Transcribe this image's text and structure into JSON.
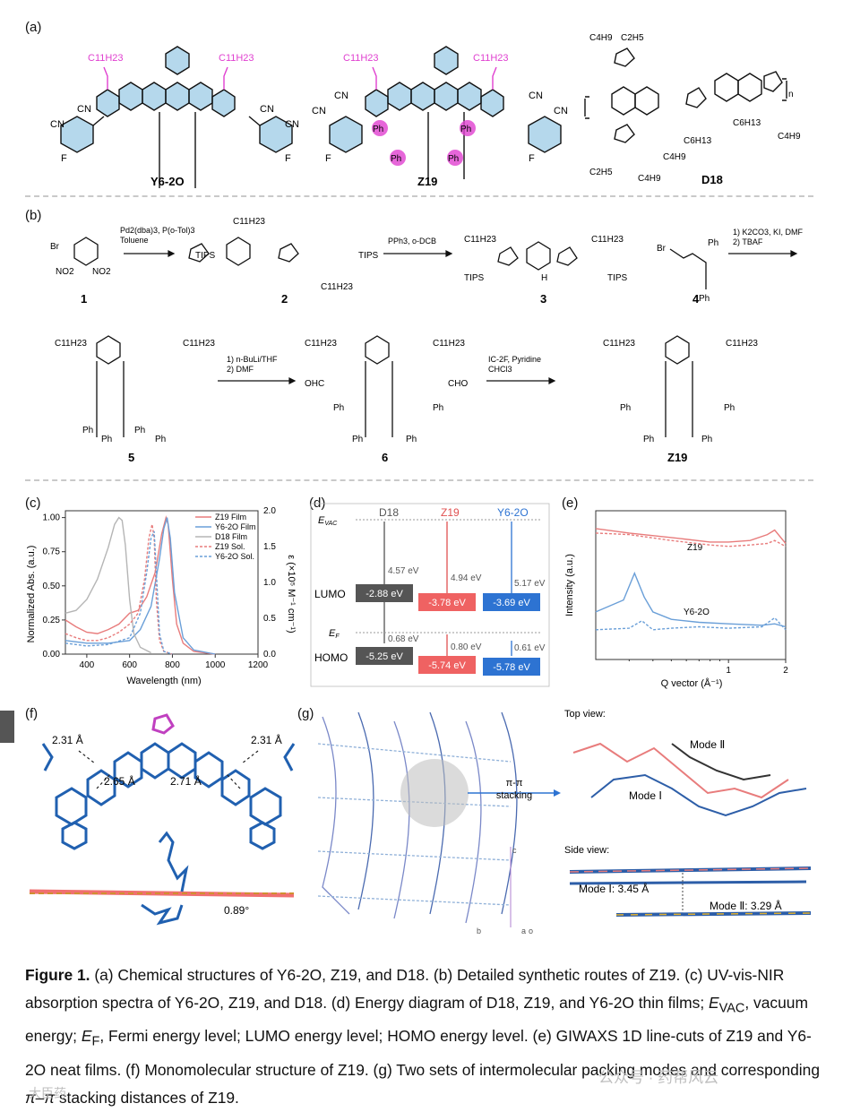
{
  "panels": {
    "a": {
      "label": "(a)",
      "names": [
        "Y6-2O",
        "Z19",
        "D18"
      ],
      "side_chain": "C11H23",
      "ph": "Ph",
      "cn": "CN",
      "f": "F",
      "repeat_n": "n",
      "d18_chains": [
        "C4H9",
        "C2H5",
        "C6H13",
        "C4H9",
        "C6H13",
        "C4H9",
        "C2H5",
        "C4H9"
      ]
    },
    "b": {
      "label": "(b)",
      "compounds": [
        "1",
        "2",
        "3",
        "4",
        "5",
        "6",
        "Z19"
      ],
      "reagents": {
        "step1": [
          "Pd2(dba)3, P(o-Tol)3",
          "Toluene"
        ],
        "step2": [
          "PPh3, o-DCB"
        ],
        "step3": [
          "1) K2CO3, KI, DMF",
          "2) TBAF"
        ],
        "step4": [
          "1) n-BuLi/THF",
          "2) DMF"
        ],
        "step5": [
          "IC-2F, Pyridine",
          "CHCl3"
        ]
      },
      "groups": [
        "TIPS",
        "Br",
        "NO2",
        "OHC",
        "CHO",
        "Ph",
        "H",
        "C11H23"
      ]
    },
    "c": {
      "label": "(c)",
      "xlabel": "Wavelength (nm)",
      "ylabel": "Normalized Abs. (a.u.)",
      "y2label": "ε (×10⁵ M⁻¹ cm⁻¹)",
      "xticks": [
        "400",
        "600",
        "800",
        "1000",
        "1200"
      ],
      "yticks": [
        "0.00",
        "0.25",
        "0.50",
        "0.75",
        "1.00"
      ],
      "y2ticks": [
        "0.0",
        "0.5",
        "1.0",
        "1.5",
        "2.0"
      ],
      "legend": [
        "Z19 Film",
        "Y6-2O Film",
        "D18 Film",
        "Z19 Sol.",
        "Y6-2O Sol."
      ]
    },
    "d": {
      "label": "(d)",
      "columns": [
        "D18",
        "Z19",
        "Y6-2O"
      ],
      "evac": "E",
      "evac_sub": "VAC",
      "ef": "E",
      "ef_sub": "F",
      "lumo_label": "LUMO",
      "homo_label": "HOMO",
      "lumo": [
        "-2.88 eV",
        "-3.78 eV",
        "-3.69 eV"
      ],
      "homo": [
        "-5.25 eV",
        "-5.74 eV",
        "-5.78 eV"
      ],
      "gaps_top": [
        "4.57 eV",
        "4.94 eV",
        "5.17 eV"
      ],
      "gaps_bottom": [
        "0.68 eV",
        "0.80 eV",
        "0.61 eV"
      ]
    },
    "e": {
      "label": "(e)",
      "xlabel": "Q vector (Å⁻¹)",
      "ylabel": "Intensity (a.u.)",
      "xticks": [
        "1",
        "2"
      ],
      "series": [
        "Z19",
        "Y6-2O"
      ]
    },
    "f": {
      "label": "(f)",
      "distances": [
        "2.31 Å",
        "2.31 Å",
        "2.65 Å",
        "2.71 Å"
      ],
      "angle": "0.89°"
    },
    "g": {
      "label": "(g)",
      "arrow_text": [
        "π-π",
        "stacking"
      ],
      "top_view": "Top view:",
      "side_view": "Side view:",
      "mode2": "Mode Ⅱ",
      "mode1": "Mode Ⅰ",
      "mode1_dist": "Mode Ⅰ: 3.45 Å",
      "mode2_dist": "Mode Ⅱ: 3.29 Å",
      "axes": [
        "c",
        "b",
        "a",
        "o"
      ]
    }
  },
  "chart_data": [
    {
      "type": "line",
      "panel": "(c)",
      "xlabel": "Wavelength (nm)",
      "ylabel": "Normalized Abs. (a.u.)",
      "xlim": [
        300,
        1200
      ],
      "ylim": [
        0,
        1.05
      ],
      "series": [
        {
          "name": "Z19 Film",
          "color": "#e87c7c",
          "style": "solid",
          "x": [
            300,
            350,
            400,
            450,
            500,
            550,
            600,
            640,
            680,
            720,
            750,
            770,
            780,
            800,
            820,
            850,
            900,
            1000
          ],
          "y": [
            0.25,
            0.2,
            0.16,
            0.15,
            0.18,
            0.22,
            0.3,
            0.32,
            0.42,
            0.6,
            0.88,
            1.0,
            0.95,
            0.55,
            0.22,
            0.08,
            0.02,
            0.0
          ]
        },
        {
          "name": "Y6-2O Film",
          "color": "#6a9fd8",
          "style": "solid",
          "x": [
            300,
            400,
            500,
            600,
            650,
            700,
            740,
            760,
            775,
            790,
            810,
            850,
            900,
            1000
          ],
          "y": [
            0.1,
            0.08,
            0.08,
            0.1,
            0.18,
            0.35,
            0.7,
            0.92,
            1.0,
            0.85,
            0.45,
            0.12,
            0.03,
            0.0
          ]
        },
        {
          "name": "D18 Film",
          "color": "#b5b5b5",
          "style": "solid",
          "x": [
            300,
            350,
            400,
            450,
            500,
            530,
            550,
            565,
            580,
            600,
            620,
            650,
            700
          ],
          "y": [
            0.3,
            0.32,
            0.4,
            0.55,
            0.78,
            0.95,
            1.0,
            0.98,
            0.8,
            0.4,
            0.15,
            0.05,
            0.01
          ]
        },
        {
          "name": "Z19 Sol.",
          "color": "#e87c7c",
          "style": "dashed",
          "x": [
            300,
            350,
            400,
            450,
            500,
            550,
            600,
            640,
            670,
            690,
            705,
            715,
            725,
            740,
            760,
            800
          ],
          "y": [
            0.15,
            0.12,
            0.1,
            0.1,
            0.12,
            0.16,
            0.22,
            0.3,
            0.55,
            0.85,
            0.95,
            0.85,
            0.4,
            0.1,
            0.02,
            0.0
          ]
        },
        {
          "name": "Y6-2O Sol.",
          "color": "#6a9fd8",
          "style": "dashed",
          "x": [
            300,
            400,
            500,
            600,
            650,
            680,
            700,
            715,
            725,
            740,
            760,
            800
          ],
          "y": [
            0.08,
            0.06,
            0.07,
            0.12,
            0.3,
            0.6,
            0.85,
            0.9,
            0.6,
            0.15,
            0.02,
            0.0
          ]
        }
      ]
    },
    {
      "type": "line",
      "panel": "(e)",
      "xlabel": "Q vector (Å⁻¹)",
      "ylabel": "Intensity (a.u.)",
      "xscale": "log",
      "xlim": [
        0.2,
        2
      ],
      "series": [
        {
          "name": "Z19",
          "color": "#e87c7c",
          "style": "solid",
          "x": [
            0.2,
            0.3,
            0.5,
            0.8,
            1.0,
            1.3,
            1.6,
            1.75,
            2.0
          ],
          "y": [
            0.88,
            0.85,
            0.82,
            0.79,
            0.79,
            0.8,
            0.84,
            0.87,
            0.78
          ]
        },
        {
          "name": "Z19",
          "color": "#e87c7c",
          "style": "dashed",
          "x": [
            0.2,
            0.3,
            0.5,
            0.8,
            1.0,
            1.3,
            1.6,
            1.75,
            2.0
          ],
          "y": [
            0.85,
            0.84,
            0.8,
            0.77,
            0.76,
            0.77,
            0.78,
            0.8,
            0.76
          ]
        },
        {
          "name": "Y6-2O",
          "color": "#6a9fd8",
          "style": "solid",
          "x": [
            0.2,
            0.28,
            0.32,
            0.36,
            0.4,
            0.5,
            0.7,
            1.0,
            1.5,
            1.75,
            2.0
          ],
          "y": [
            0.32,
            0.4,
            0.58,
            0.42,
            0.32,
            0.27,
            0.25,
            0.24,
            0.23,
            0.24,
            0.22
          ]
        },
        {
          "name": "Y6-2O",
          "color": "#6a9fd8",
          "style": "dashed",
          "x": [
            0.2,
            0.3,
            0.35,
            0.4,
            0.5,
            0.7,
            1.0,
            1.5,
            1.75,
            2.0
          ],
          "y": [
            0.2,
            0.21,
            0.26,
            0.2,
            0.21,
            0.22,
            0.21,
            0.22,
            0.28,
            0.2
          ]
        }
      ]
    }
  ],
  "caption": {
    "lead": "Figure 1.",
    "text1": " (a) Chemical structures of Y6-2O, Z19, and D18. (b) Detailed synthetic routes of Z19. (c) UV-vis-NIR absorption spectra of Y6-2O, Z19, and D18. (d) Energy diagram of D18, Z19, and Y6-2O thin films; ",
    "evac": "E",
    "evac_sub": "VAC",
    "text2": ", vacuum energy; ",
    "ef": "E",
    "ef_sub": "F",
    "text3": ", Fermi energy level; LUMO energy level; HOMO energy level. (e) GIWAXS 1D line-cuts of Z19 and Y6-2O neat films. (f) Monomolecular structure of Z19. (g) Two sets of intermolecular packing modes and corresponding ",
    "pipi": "π–π",
    "text4": " stacking distances of Z19."
  },
  "watermark": {
    "right": "公众号 · 药帮风云",
    "left": "大臣药"
  }
}
